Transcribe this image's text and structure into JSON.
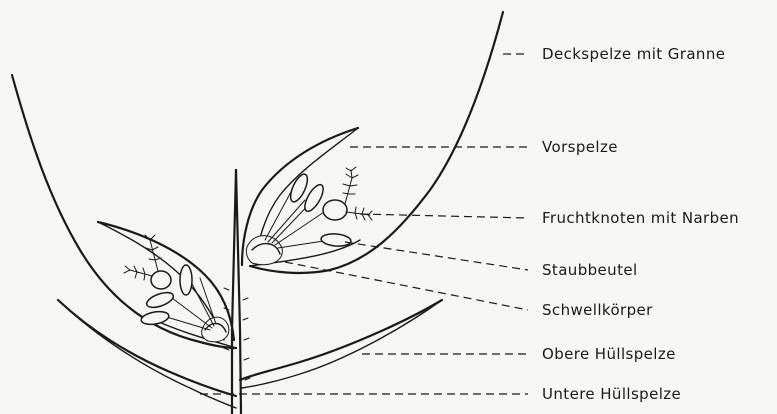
{
  "labels": {
    "deckspelze": "Deckspelze mit Granne",
    "vorspelze": "Vorspelze",
    "fruchtknoten": "Fruchtknoten mit Narben",
    "staubbeutel": "Staubbeutel",
    "schwellkoerper": "Schwellkörper",
    "obere_huellspelze": "Obere Hüllspelze",
    "untere_huellspelze": "Untere Hüllspelze"
  }
}
